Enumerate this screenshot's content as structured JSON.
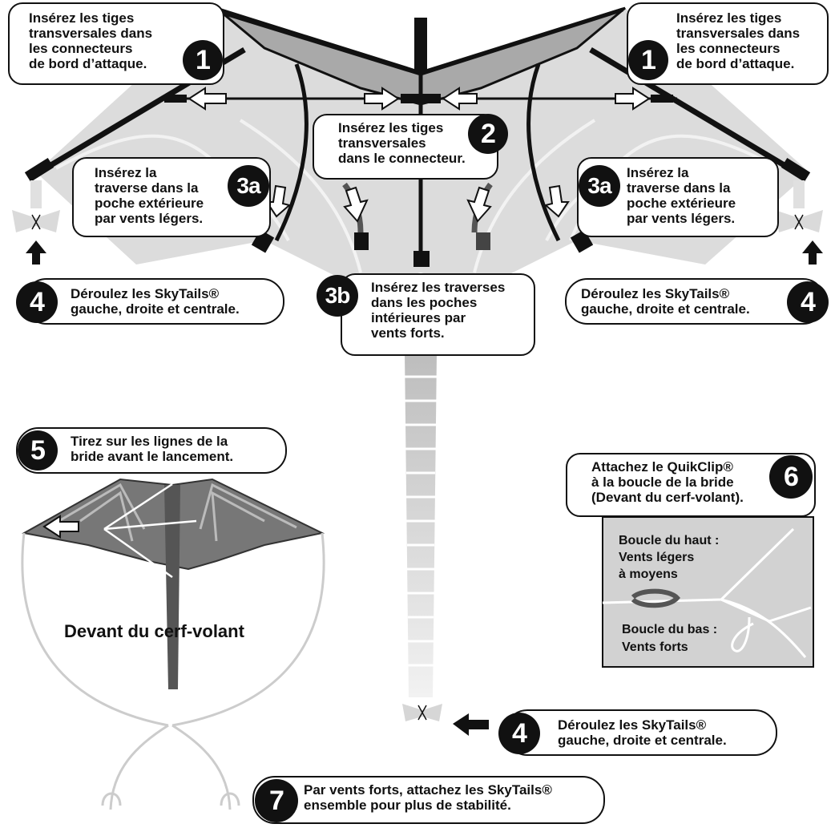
{
  "steps": {
    "s1_left": {
      "number": "1",
      "text": "Insérez les tiges\ntransversales dans\nles connecteurs\nde bord d’attaque."
    },
    "s1_right": {
      "number": "1",
      "text": "Insérez les tiges\ntransversales dans\nles connecteurs\nde bord d’attaque."
    },
    "s2": {
      "number": "2",
      "text": "Insérez les tiges\ntransversales\ndans le connecteur."
    },
    "s3a_left": {
      "number": "3a",
      "text": "Insérez la\ntraverse dans la\npoche extérieure\npar vents légers."
    },
    "s3a_right": {
      "number": "3a",
      "text": "Insérez la\ntraverse dans la\npoche extérieure\npar vents légers."
    },
    "s3b": {
      "number": "3b",
      "text": "Insérez les traverses\ndans les poches\nintérieures par\nvents forts."
    },
    "s4_left": {
      "number": "4",
      "text": "Déroulez les SkyTails®\ngauche, droite et centrale."
    },
    "s4_right": {
      "number": "4",
      "text": "Déroulez les SkyTails®\ngauche, droite et centrale."
    },
    "s4_bottom": {
      "number": "4",
      "text": "Déroulez les SkyTails®\ngauche, droite et centrale."
    },
    "s5": {
      "number": "5",
      "text": "Tirez sur les lignes de la\nbride avant le lancement."
    },
    "s6": {
      "number": "6",
      "text": "Attachez le QuikClip®\nà la boucle de la bride\n(Devant du cerf-volant)."
    },
    "s7": {
      "number": "7",
      "text": "Par vents forts, attachez les SkyTails®\nensemble pour plus de stabilité."
    }
  },
  "labels": {
    "front_of_kite": "Devant du cerf-volant",
    "top_loop": "Boucle du haut :\nVents légers\nà moyens",
    "bottom_loop": "Boucle du bas :\nVents forts"
  },
  "colors": {
    "ink": "#111111",
    "wing_gray": "#c8c8c8",
    "light_gray": "#e6e6e6",
    "panel_gray": "#d2d2d2"
  }
}
